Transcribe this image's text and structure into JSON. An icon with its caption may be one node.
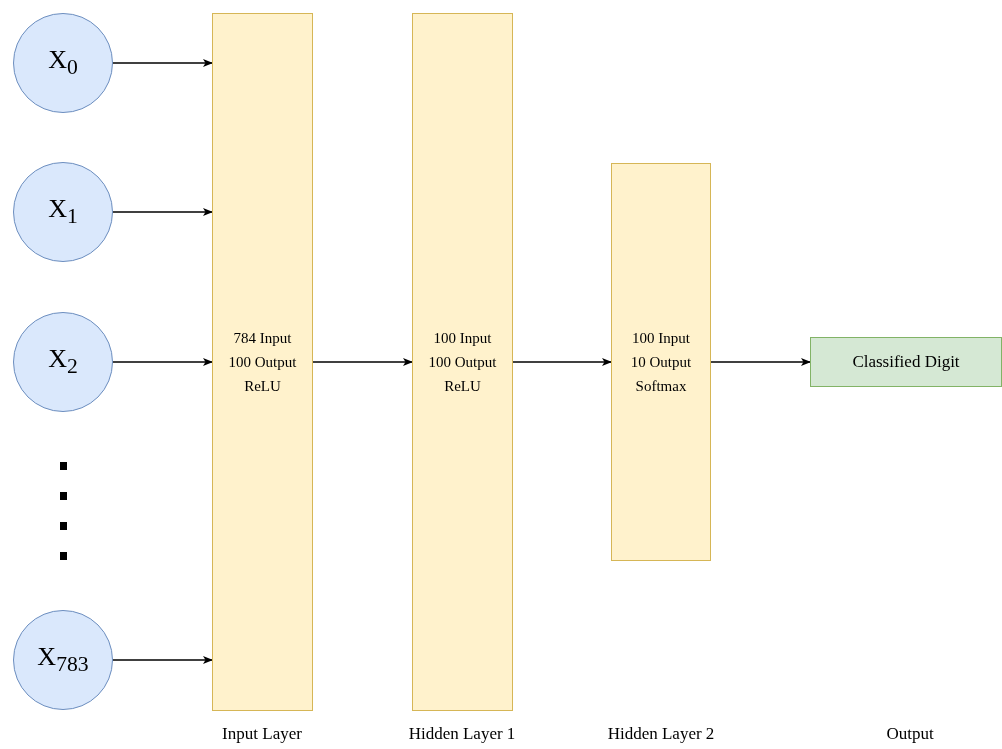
{
  "diagram": {
    "nodes": [
      {
        "text": [
          "X$_{0}$"
        ]
      },
      {
        "text": [
          "X$_{1}$"
        ]
      },
      {
        "text": [
          "X$_{2}$"
        ]
      },
      {
        "text": [
          "X$_{783}$"
        ]
      },
      {
        "text": [
          "784 Input 100 Output ReLU"
        ]
      },
      {
        "text": [
          "100 Input 100 Output ReLU"
        ]
      },
      {
        "text": [
          "100 Input 10 Output Softmax"
        ]
      },
      {
        "text": [
          "Classified Digit"
        ]
      }
    ],
    "edges": [
      {
        "from": 0,
        "to": 4,
        "arrow": "to"
      },
      {
        "from": 1,
        "to": 4,
        "arrow": "to"
      },
      {
        "from": 2,
        "to": 4,
        "arrow": "to"
      },
      {
        "from": 3,
        "to": 4,
        "arrow": "to"
      },
      {
        "from": 4,
        "to": 5,
        "arrow": "to"
      },
      {
        "from": 5,
        "to": 6,
        "arrow": "to"
      },
      {
        "from": 6,
        "to": 7,
        "arrow": "to"
      }
    ],
    "labels": [
      "Input Layer",
      "Hidden Layer 1",
      "Hidden Layer 2",
      "Output"
    ]
  }
}
